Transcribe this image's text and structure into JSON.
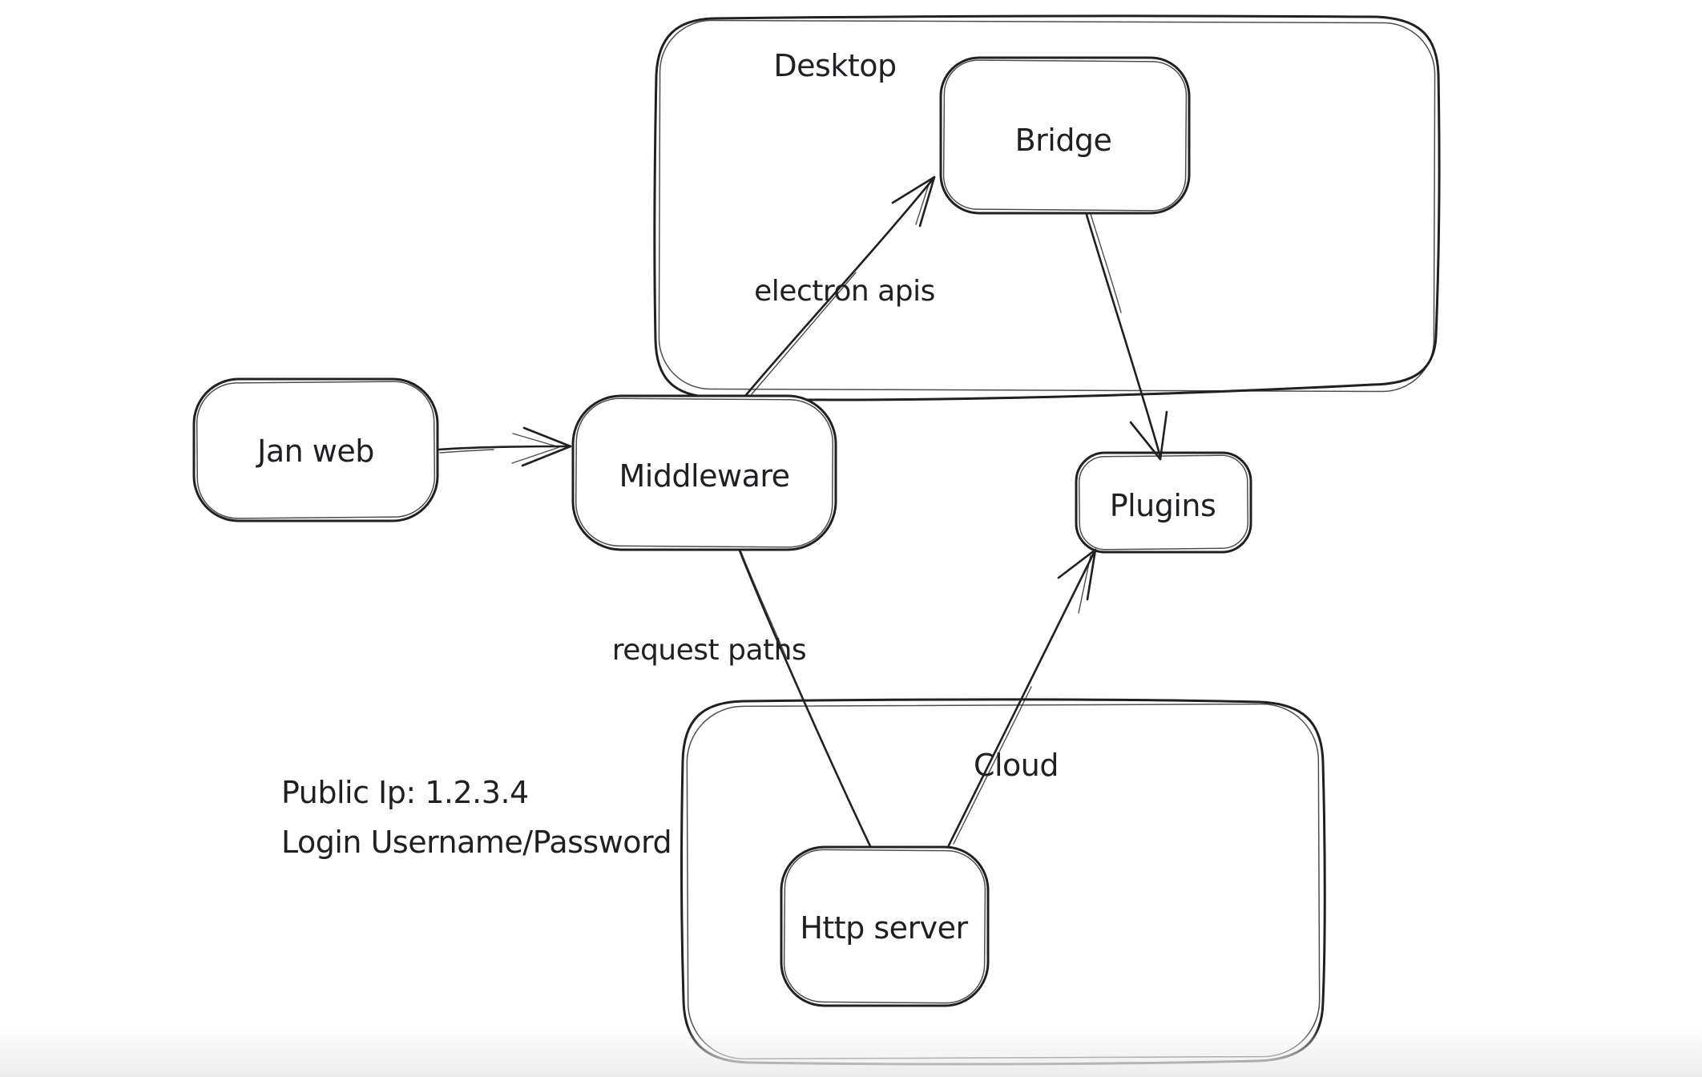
{
  "canvas": {
    "background": "#ffffff",
    "ink_color": "#1f2023",
    "style": "hand-drawn sketch"
  },
  "containers": [
    {
      "id": "desktop",
      "label": "Desktop"
    },
    {
      "id": "cloud",
      "label": "Cloud"
    }
  ],
  "nodes": [
    {
      "id": "jan-web",
      "label": "Jan web"
    },
    {
      "id": "middleware",
      "label": "Middleware"
    },
    {
      "id": "bridge",
      "label": "Bridge"
    },
    {
      "id": "plugins",
      "label": "Plugins"
    },
    {
      "id": "http-server",
      "label": "Http server"
    }
  ],
  "edges": [
    {
      "id": "jan-web-to-middleware",
      "from": "Jan web",
      "to": "Middleware",
      "label": "",
      "arrowhead": "open-at-middleware"
    },
    {
      "id": "middleware-to-bridge",
      "from": "Middleware",
      "to": "Bridge",
      "label": "electron apis",
      "arrowhead": "open-at-bridge"
    },
    {
      "id": "bridge-to-plugins",
      "from": "Bridge",
      "to": "Plugins",
      "label": "",
      "arrowhead": "open-at-plugins-top"
    },
    {
      "id": "middleware-to-http-server",
      "from": "Middleware",
      "to": "Http server",
      "label": "request paths",
      "arrowhead": "none"
    },
    {
      "id": "http-server-to-plugins",
      "from": "Http server",
      "to": "Plugins",
      "label": "",
      "arrowhead": "open-at-plugins-bottom"
    }
  ],
  "annotations": [
    {
      "text": "Public Ip: 1.2.3.4"
    },
    {
      "text": "Login Username/Password"
    }
  ]
}
